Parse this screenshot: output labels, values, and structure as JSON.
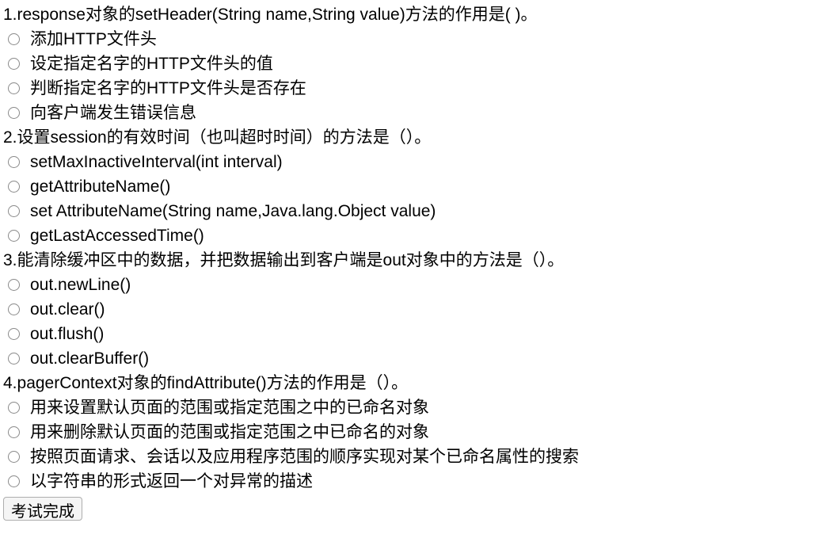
{
  "page": {
    "background": "#ffffff",
    "text_color": "#000000"
  },
  "quiz": {
    "questions": [
      {
        "text": "1.response对象的setHeader(String name,String value)方法的作用是( )。",
        "options": [
          "添加HTTP文件头",
          "设定指定名字的HTTP文件头的值",
          "判断指定名字的HTTP文件头是否存在",
          "向客户端发生错误信息"
        ]
      },
      {
        "text": "2.设置session的有效时间（也叫超时时间）的方法是（）。",
        "options": [
          "setMaxInactiveInterval(int interval)",
          "getAttributeName()",
          "set AttributeName(String name,Java.lang.Object value)",
          "getLastAccessedTime()"
        ]
      },
      {
        "text": "3.能清除缓冲区中的数据，并把数据输出到客户端是out对象中的方法是（）。",
        "options": [
          "out.newLine()",
          "out.clear()",
          "out.flush()",
          "out.clearBuffer()"
        ]
      },
      {
        "text": "4.pagerContext对象的findAttribute()方法的作用是（）。",
        "options": [
          "用来设置默认页面的范围或指定范围之中的已命名对象",
          "用来删除默认页面的范围或指定范围之中已命名的对象",
          "按照页面请求、会话以及应用程序范围的顺序实现对某个已命名属性的搜索",
          "以字符串的形式返回一个对异常的描述"
        ]
      }
    ],
    "submit_button_label": "考试完成"
  }
}
